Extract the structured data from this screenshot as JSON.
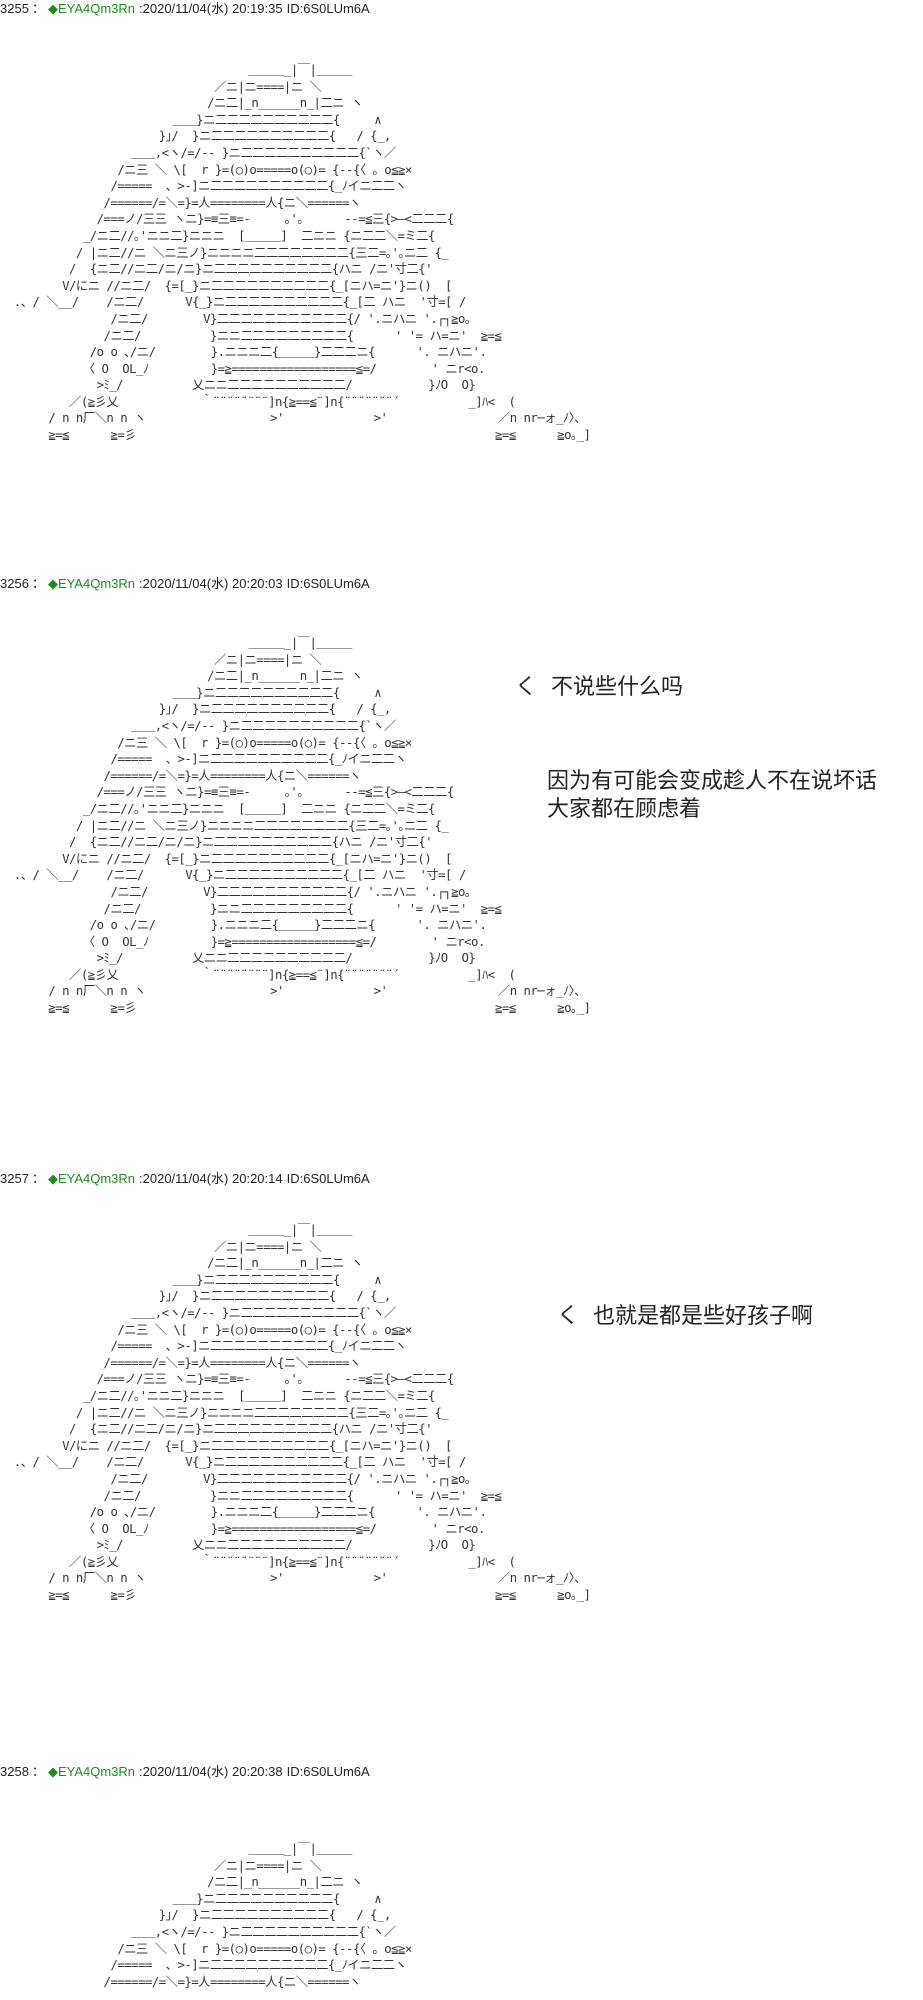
{
  "posts": [
    {
      "number": "3255",
      "separator": "：",
      "trip_mark": "◆",
      "trip_name": "EYA4Qm3Rn",
      "date": ":2020/11/04(水) 20:19:35",
      "id": "ID:6S0LUm6A",
      "dialog": []
    },
    {
      "number": "3256",
      "separator": "：",
      "trip_mark": "◆",
      "trip_name": "EYA4Qm3Rn",
      "date": ":2020/11/04(水) 20:20:03",
      "id": "ID:6S0LUm6A",
      "dialog": [
        "く  不说些什么吗",
        "因为有可能会变成趁人不在说坏话",
        "大家都在顾虑着"
      ]
    },
    {
      "number": "3257",
      "separator": "：",
      "trip_mark": "◆",
      "trip_name": "EYA4Qm3Rn",
      "date": ":2020/11/04(水) 20:20:14",
      "id": "ID:6S0LUm6A",
      "dialog": [
        "く  也就是都是些好孩子啊"
      ]
    },
    {
      "number": "3258",
      "separator": "：",
      "trip_mark": "◆",
      "trip_name": "EYA4Qm3Rn",
      "date": ":2020/11/04(水) 20:20:38",
      "id": "ID:6S0LUm6A",
      "dialog": []
    }
  ],
  "ascii_art": {
    "full": "                                    ＿＿＿_|￣|＿＿＿\n                               ／ニ|ニ====|ニ ＼\n                              /ニ二|_n______n_|二ニ ヽ\n                         ＿＿}ニ二二二二二二二二二二{     ∧\n                       }｣/  }ニ二二二二二二二二二二{   / {_,\n                   ＿＿,<ヽ/=/-- }ニ二二二二二二二二二二{`ヽ／\n                 /ニ三 ＼ \\[  r }=(○)o=====o(○)= {--{〈 。o≦≧×\n                /=====  、>-]ニ二二二二二二二二二二{_ﾉイニ二二ヽ\n               /======/=＼=}=人========人{ニ＼======ヽ\n              /===ノ/三三 ヽニ}=≡三≡=-     ｡'｡      --=≦三{>―<二二二{\n            _/ニ二//｡'ニニ二}ニニニ  [＿＿＿]  二ニニ {ニ二二＼=ミ二{\n           / |ニ二//ニ ＼ニ三ノ}ニニニニ二二二二二二二二{三二=｡'｡ニ二 {_\n          /  {ニ二//ニ二/ニ/ニ}ニ二二二二二二二二二二{ハニ /ニ'寸二{'\n         V/にニ //ニ二/  {=[_}ニ二二二二二二二二二二{_[ニハ=ニ'}ニ()  [\n  .、/ ＼__/    /ニ二/      V{_}ニ二二二二二二二二二二{_[二 ハニ  '寸=[ /\n                /ニ二/        V}二二二二二二二二二二二{/ '.ニハニ '.┌┐≧o｡\n               /ニ二/          }ニニ二二二二二二二二二{      ' '= ハ=ニ'  ≧=≦\n             /o o ､/ニ/        }.ニニニ二{＿＿＿}二二二ニ{      '. ニハニ'.\n            〈 O  OL_ﾉ         }=≧==================≦=/        ' ニr<o.\n              >ﾐ_/          乂ニニ二二二二二二二二二二/           }ﾉO  O}\n          ／(≧彡乂            ｀¨¨¨¨¨¨¨¨]n{≧==≦¨]n{¨¨¨¨¨¨¨´          _]ﾊ<  (\n       / n n厂＼n n ヽ                  >'             >'                ／n nr─ォ_ﾉ〉、\n       ≧=≦      ≧=彡                                                    ≧=≦      ≧o｡_]",
    "partial": "                                    ＿＿＿_|￣|＿＿＿\n                               ／ニ|ニ====|ニ ＼\n                              /ニ二|_n______n_|二ニ ヽ\n                         ＿＿}ニ二二二二二二二二二二{     ∧\n                       }｣/  }ニ二二二二二二二二二二{   / {_,\n                   ＿＿,<ヽ/=/-- }ニ二二二二二二二二二二{`ヽ／\n                 /ニ三 ＼ \\[  r }=(○)o=====o(○)= {--{〈 。o≦≧×\n                /=====  、>-]ニ二二二二二二二二二二{_ﾉイニ二二ヽ\n               /======/=＼=}=人========人{ニ＼======ヽ"
  }
}
